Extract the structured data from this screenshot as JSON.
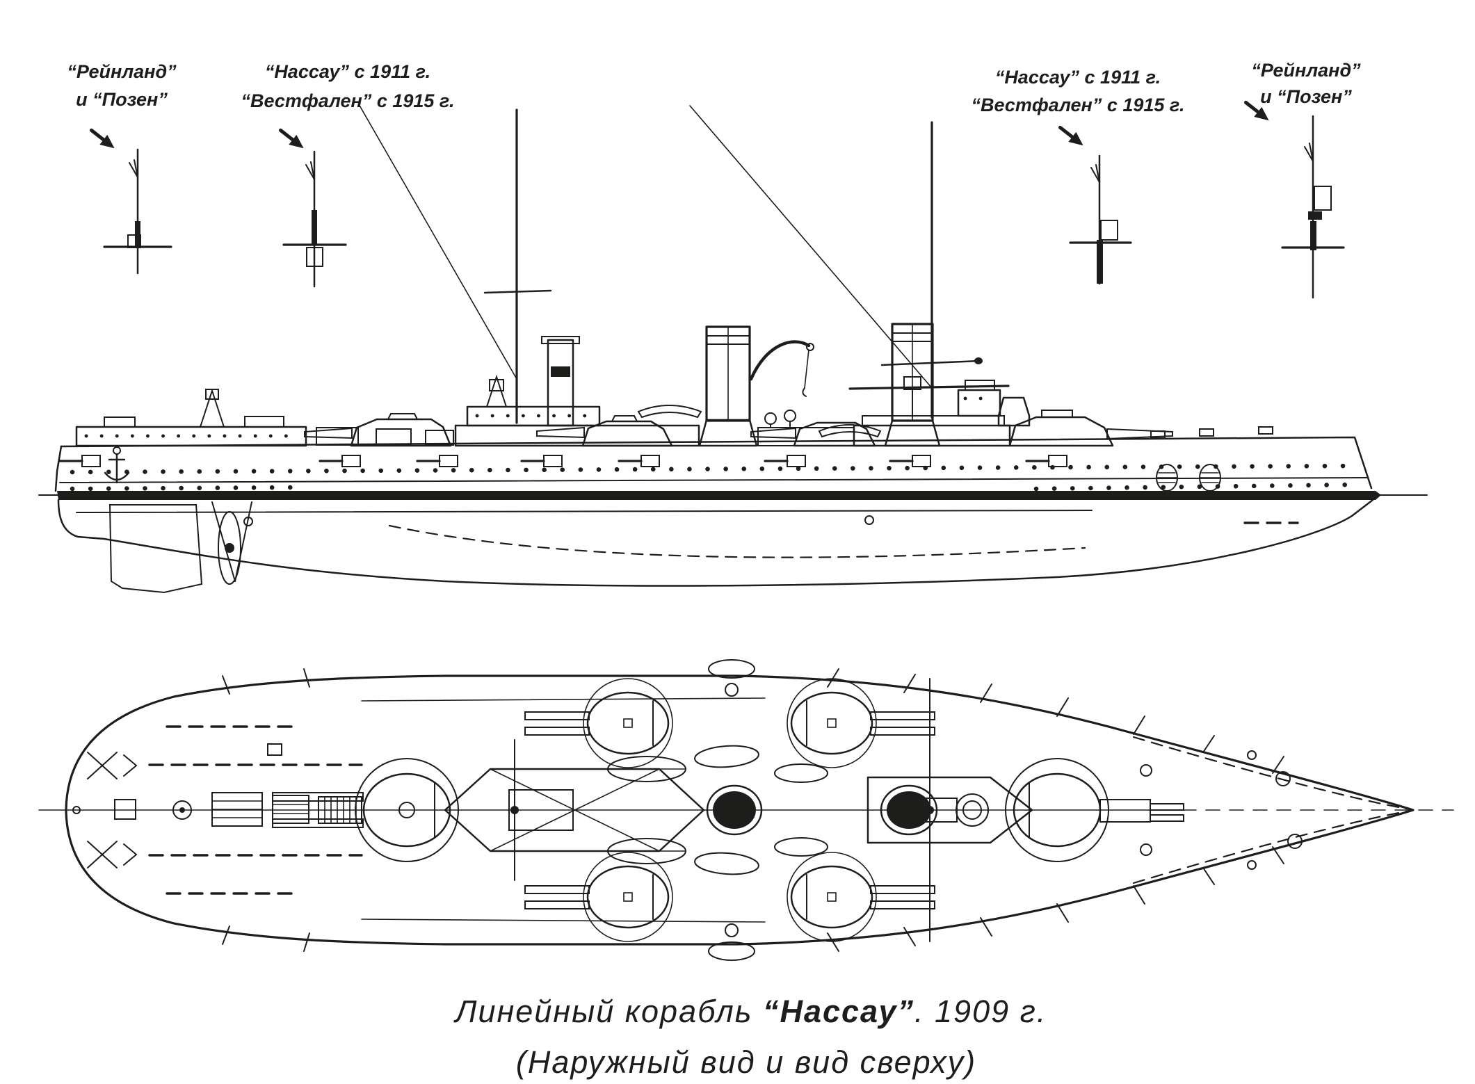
{
  "page": {
    "background": "#ffffff",
    "ink": "#1d1d1b"
  },
  "annotations": {
    "left_outer": {
      "line1": "“Рейнланд”",
      "line2": "и “Позен”"
    },
    "left_inner": {
      "line1": "“Нассау” с 1911 г.",
      "line2": "“Вестфален” с 1915 г."
    },
    "right_inner": {
      "line1": "“Нассау” с 1911 г.",
      "line2": "“Вестфален” с 1915 г."
    },
    "right_outer": {
      "line1": "“Рейнланд”",
      "line2": "и “Позен”"
    }
  },
  "caption": {
    "line1_prefix": "Линейный корабль ",
    "line1_ship": "“Нассау”",
    "line1_suffix": ". 1909 г.",
    "line2": "(Наружный вид и вид сверху)"
  }
}
